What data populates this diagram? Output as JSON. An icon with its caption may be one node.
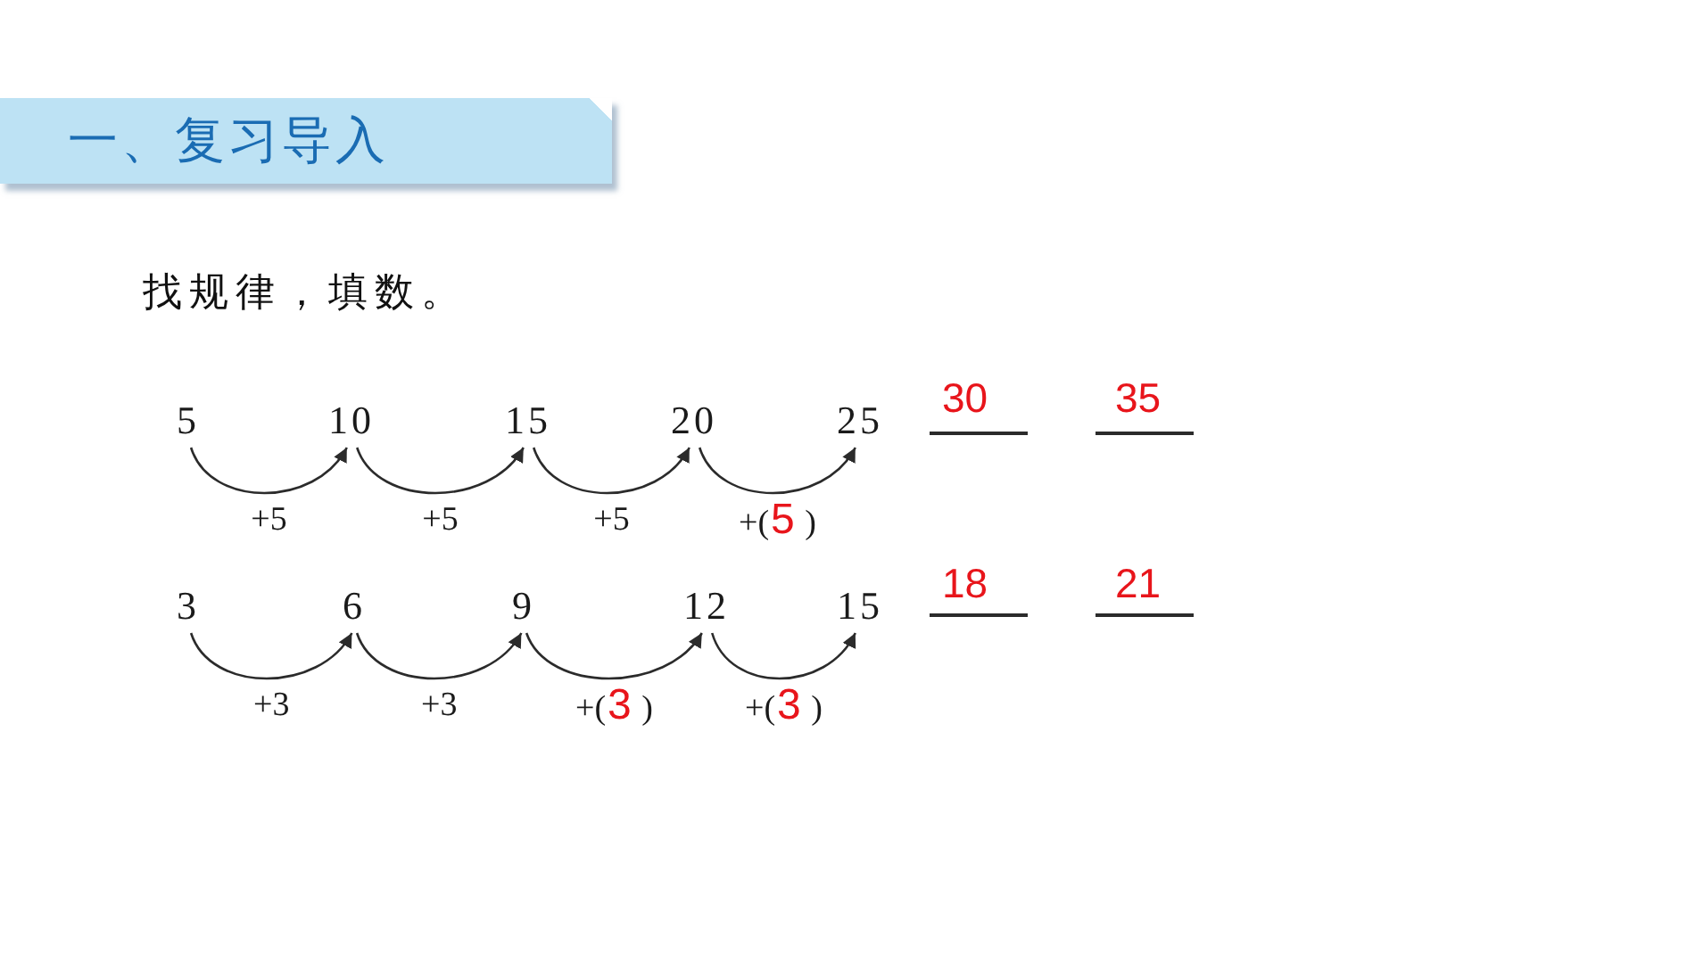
{
  "diagram": {
    "title": "一、复习导入",
    "nodes": [
      {
        "text": [
          "5"
        ]
      },
      {
        "text": [
          "10"
        ]
      },
      {
        "text": [
          "15"
        ]
      },
      {
        "text": [
          "20"
        ]
      },
      {
        "text": [
          "25"
        ]
      },
      {
        "text": [
          "3"
        ]
      },
      {
        "text": [
          "6"
        ]
      },
      {
        "text": [
          "9"
        ]
      },
      {
        "text": [
          "12"
        ]
      },
      {
        "text": [
          "15"
        ]
      }
    ],
    "edges": [
      {
        "from": 0,
        "to": 1,
        "arrow": "to",
        "label": "+5"
      },
      {
        "from": 1,
        "to": 2,
        "arrow": "to",
        "label": "+5"
      },
      {
        "from": 2,
        "to": 3,
        "arrow": "to",
        "label": "+5"
      },
      {
        "from": 3,
        "to": 4,
        "arrow": "to",
        "label": "+(*5* )"
      },
      {
        "from": 5,
        "to": 6,
        "arrow": "to",
        "label": "+3"
      },
      {
        "from": 6,
        "to": 7,
        "arrow": "to",
        "label": "+3"
      },
      {
        "from": 7,
        "to": 8,
        "arrow": "to",
        "label": "+(*3* )"
      },
      {
        "from": 8,
        "to": 9,
        "arrow": "to",
        "label": "+(*3* )"
      }
    ],
    "labels": [
      "找规律，填数。",
      "30",
      "35",
      "18",
      "21"
    ]
  }
}
